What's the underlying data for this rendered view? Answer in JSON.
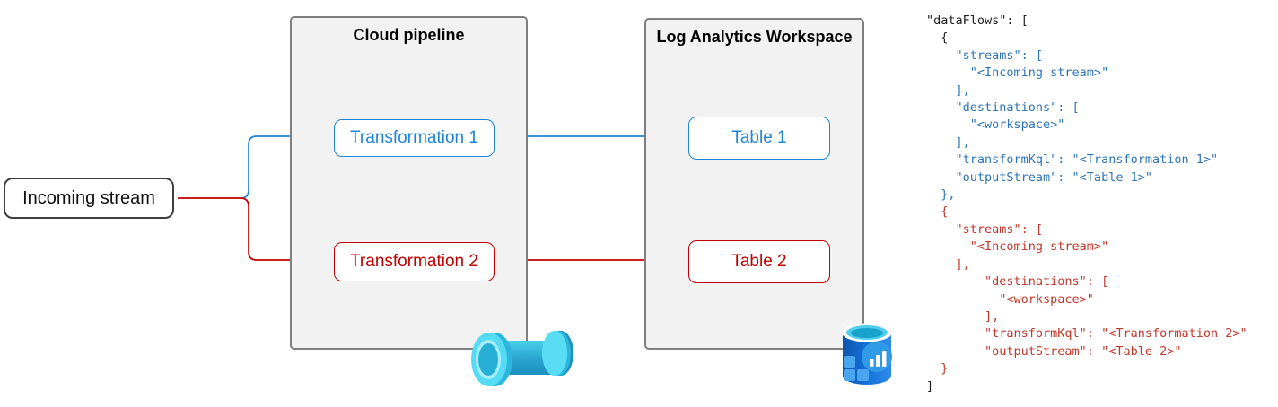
{
  "colors": {
    "diagram_blue": "#1E84D6",
    "diagram_red": "#C00000",
    "container_fill": "#F2F2F2",
    "container_border": "#7F7F7F",
    "incoming_border": "#3F3F3F",
    "code_black": "#1C1C1C",
    "code_blue": "#2E75B6",
    "code_red": "#C0392B"
  },
  "diagram": {
    "incoming_stream": {
      "label": "Incoming stream"
    },
    "cloud_pipeline": {
      "title": "Cloud pipeline",
      "icon": "pipe-icon",
      "nodes": [
        {
          "label": "Transformation 1",
          "color": "blue"
        },
        {
          "label": "Transformation 2",
          "color": "red"
        }
      ]
    },
    "log_analytics_workspace": {
      "title": "Log Analytics Workspace",
      "icon": "log-analytics-workspace-icon",
      "nodes": [
        {
          "label": "Table 1",
          "color": "blue"
        },
        {
          "label": "Table 2",
          "color": "red"
        }
      ]
    },
    "flows": [
      {
        "from": "Incoming stream",
        "via": "Transformation 1",
        "to": "Table 1",
        "color": "blue"
      },
      {
        "from": "Incoming stream",
        "via": "Transformation 2",
        "to": "Table 2",
        "color": "red"
      }
    ]
  },
  "code": {
    "lines": [
      {
        "text": "\"dataFlows\": [",
        "color": "black"
      },
      {
        "text": "  {",
        "color": "black"
      },
      {
        "text": "    \"streams\": [",
        "color": "blue"
      },
      {
        "text": "      \"<Incoming stream>\"",
        "color": "blue"
      },
      {
        "text": "    ],",
        "color": "blue"
      },
      {
        "text": "    \"destinations\": [",
        "color": "blue"
      },
      {
        "text": "      \"<workspace>\"",
        "color": "blue"
      },
      {
        "text": "    ],",
        "color": "blue"
      },
      {
        "text": "    \"transformKql\": \"<Transformation 1>\"",
        "color": "blue"
      },
      {
        "text": "    \"outputStream\": \"<Table 1>\"",
        "color": "blue"
      },
      {
        "text": "  },",
        "color": "blue"
      },
      {
        "text": "  {",
        "color": "red"
      },
      {
        "text": "    \"streams\": [",
        "color": "red"
      },
      {
        "text": "      \"<Incoming stream>\"",
        "color": "red"
      },
      {
        "text": "    ],",
        "color": "red"
      },
      {
        "text": "        \"destinations\": [",
        "color": "red"
      },
      {
        "text": "          \"<workspace>\"",
        "color": "red"
      },
      {
        "text": "        ],",
        "color": "red"
      },
      {
        "text": "        \"transformKql\": \"<Transformation 2>\"",
        "color": "red"
      },
      {
        "text": "        \"outputStream\": \"<Table 2>\"",
        "color": "red"
      },
      {
        "text": "  }",
        "color": "red"
      },
      {
        "text": "]",
        "color": "black"
      }
    ]
  }
}
